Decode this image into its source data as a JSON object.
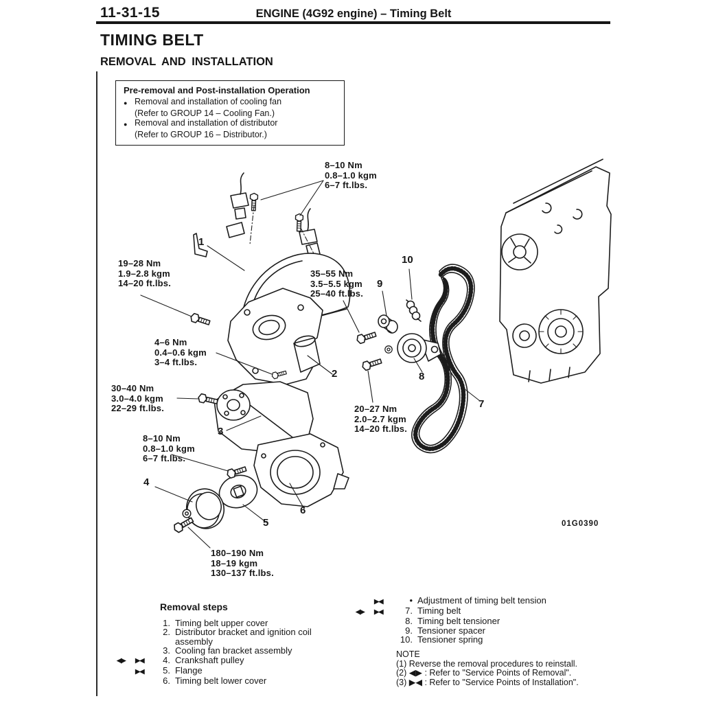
{
  "page": {
    "code": "11-31-15",
    "header_title": "ENGINE (4G92 engine) – Timing Belt",
    "title": "TIMING BELT",
    "subtitle": "REMOVAL AND INSTALLATION",
    "figure_code": "01G0390"
  },
  "symbols": {
    "bullet": "●",
    "removal_marker": "◀▶",
    "installation_marker": "▶◀"
  },
  "pre_post_box": {
    "title": "Pre-removal and Post-installation Operation",
    "lines": [
      "Removal and installation of cooling fan",
      "(Refer to GROUP 14 – Cooling Fan.)",
      "Removal and installation of distributor",
      "(Refer to GROUP 16 – Distributor.)"
    ]
  },
  "torque_callouts": [
    {
      "nm": "8–10 Nm",
      "kgm": "0.8–1.0 kgm",
      "ftlbs": "6–7 ft.lbs."
    },
    {
      "nm": "19–28 Nm",
      "kgm": "1.9–2.8 kgm",
      "ftlbs": "14–20 ft.lbs."
    },
    {
      "nm": "35–55 Nm",
      "kgm": "3.5–5.5 kgm",
      "ftlbs": "25–40 ft.lbs."
    },
    {
      "nm": "4–6 Nm",
      "kgm": "0.4–0.6 kgm",
      "ftlbs": "3–4 ft.lbs."
    },
    {
      "nm": "30–40 Nm",
      "kgm": "3.0–4.0 kgm",
      "ftlbs": "22–29 ft.lbs."
    },
    {
      "nm": "8–10 Nm",
      "kgm": "0.8–1.0 kgm",
      "ftlbs": "6–7 ft.lbs."
    },
    {
      "nm": "20–27 Nm",
      "kgm": "2.0–2.7 kgm",
      "ftlbs": "14–20 ft.lbs."
    },
    {
      "nm": "180–190 Nm",
      "kgm": "18–19 kgm",
      "ftlbs": "130–137 ft.lbs."
    }
  ],
  "part_labels": [
    "1",
    "2",
    "3",
    "4",
    "5",
    "6",
    "7",
    "8",
    "9",
    "10"
  ],
  "removal_steps": {
    "title": "Removal steps",
    "items": [
      {
        "m1": "",
        "m2": "",
        "num": "1.",
        "text": "Timing belt upper cover"
      },
      {
        "m1": "",
        "m2": "",
        "num": "2.",
        "text": "Distributor bracket and ignition coil assembly"
      },
      {
        "m1": "",
        "m2": "",
        "num": "3.",
        "text": "Cooling fan bracket assembly"
      },
      {
        "m1": "◀▶",
        "m2": "▶◀",
        "num": "4.",
        "text": "Crankshaft pulley"
      },
      {
        "m1": "",
        "m2": "▶◀",
        "num": "5.",
        "text": "Flange"
      },
      {
        "m1": "",
        "m2": "",
        "num": "6.",
        "text": "Timing belt lower cover"
      }
    ]
  },
  "belt_items": {
    "items": [
      {
        "m1": "",
        "m2": "▶◀",
        "num": "•",
        "text": "Adjustment of timing belt tension"
      },
      {
        "m1": "◀▶",
        "m2": "▶◀",
        "num": "7.",
        "text": "Timing belt"
      },
      {
        "m1": "",
        "m2": "",
        "num": "8.",
        "text": "Timing belt tensioner"
      },
      {
        "m1": "",
        "m2": "",
        "num": "9.",
        "text": "Tensioner spacer"
      },
      {
        "m1": "",
        "m2": "",
        "num": "10.",
        "text": "Tensioner spring"
      }
    ]
  },
  "note": {
    "title": "NOTE",
    "lines": [
      "(1) Reverse the removal procedures to reinstall.",
      "(2) ◀▶ : Refer to \"Service Points of Removal\".",
      "(3) ▶◀ : Refer to \"Service Points of Installation\"."
    ]
  }
}
